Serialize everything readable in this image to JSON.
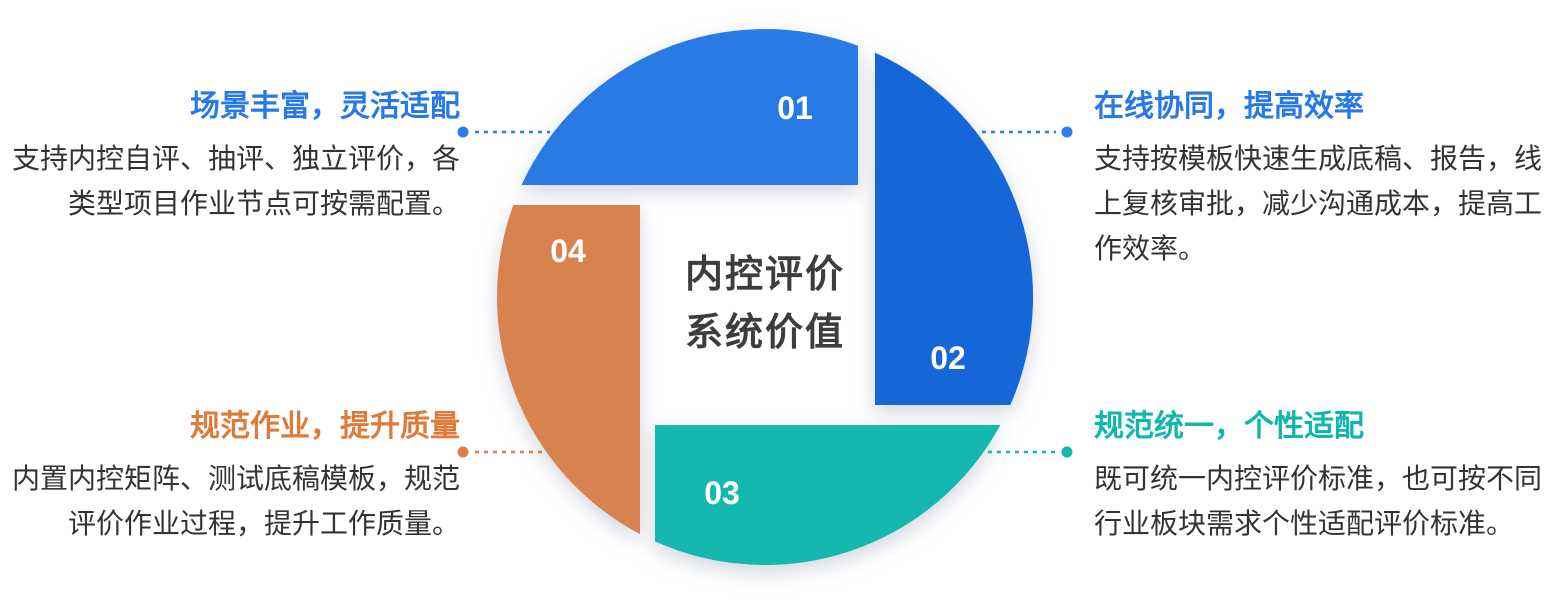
{
  "center": {
    "title_line1": "内控评价",
    "title_line2": "系统价值"
  },
  "segments": [
    {
      "number": "01",
      "color": "#2a7ae6"
    },
    {
      "number": "02",
      "color": "#1566d8"
    },
    {
      "number": "03",
      "color": "#14b8af"
    },
    {
      "number": "04",
      "color": "#d8824f"
    }
  ],
  "features": [
    {
      "position": "top-left",
      "title": "场景丰富，灵活适配",
      "body": "支持内控自评、抽评、独立评价，各类型项目作业节点可按需配置。",
      "accent": "#2b7de9"
    },
    {
      "position": "top-right",
      "title": "在线协同，提高效率",
      "body": "支持按模板快速生成底稿、报告，线上复核审批，减少沟通成本，提高工作效率。",
      "accent": "#2b7de9"
    },
    {
      "position": "bottom-left",
      "title": "规范作业，提升质量",
      "body": "内置内控矩阵、测试底稿模板，规范评价作业过程，提升工作质量。",
      "accent": "#dd7f45"
    },
    {
      "position": "bottom-right",
      "title": "规范统一，个性适配",
      "body": "既可统一内控评价标准，也可按不同行业板块需求个性适配评价标准。",
      "accent": "#14b8af"
    }
  ]
}
